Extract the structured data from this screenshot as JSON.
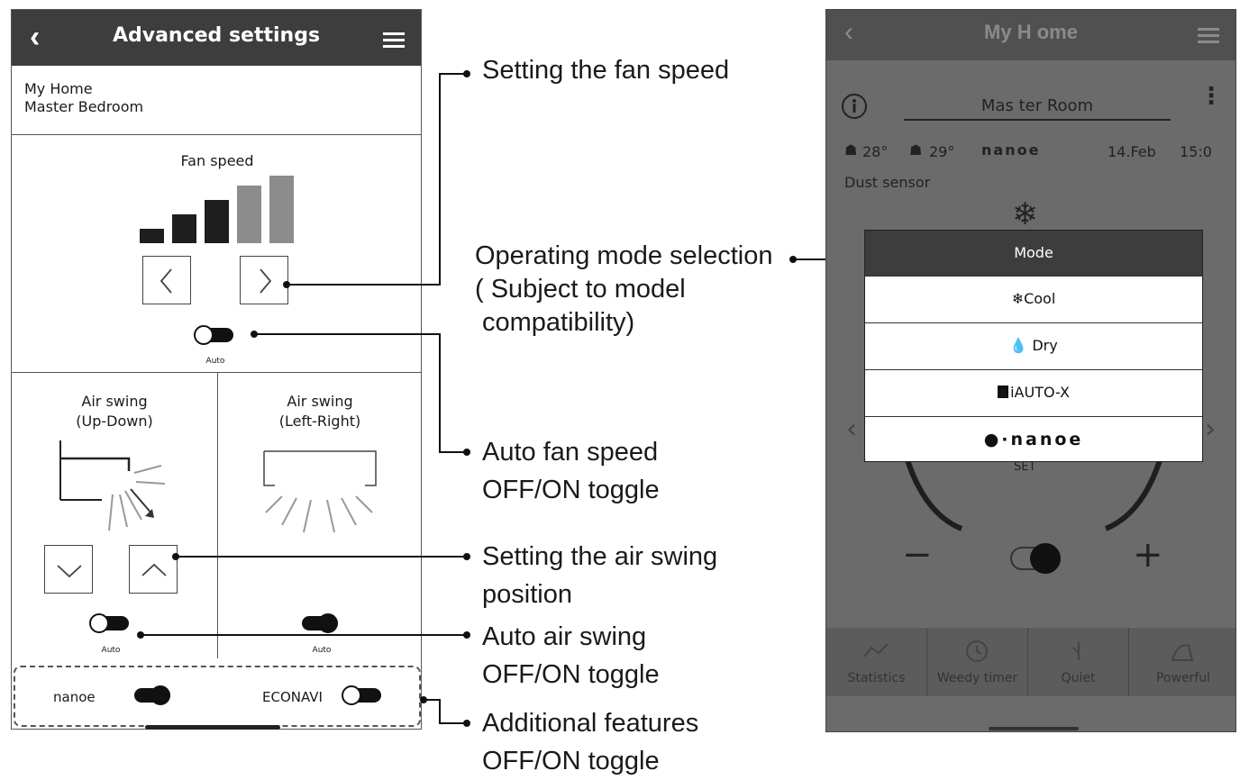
{
  "advanced": {
    "title": "Advanced settings",
    "location_line1": "My Home",
    "location_line2": "Master Bedroom",
    "fan_speed_label": "Fan speed",
    "fan_auto_label": "Auto",
    "swing_ud_label_1": "Air swing",
    "swing_ud_label_2": "(Up-Down)",
    "swing_lr_label_1": "Air swing",
    "swing_lr_label_2": "(Left-Right)",
    "swing_ud_auto_label": "Auto",
    "swing_lr_auto_label": "Auto",
    "feature_nanoe": "nanoe",
    "feature_econavi": "ECONAVI"
  },
  "callouts": {
    "fan_speed": "Setting the fan speed",
    "auto_fan_1": "Auto fan speed",
    "auto_fan_2": "OFF/ON toggle",
    "swing_pos_1": "Setting the air swing",
    "swing_pos_2": "position",
    "auto_swing_1": "Auto air swing",
    "auto_swing_2": "OFF/ON toggle",
    "additional_1": "Additional features",
    "additional_2": "OFF/ON toggle",
    "mode_1": "Operating mode selection",
    "mode_2": "( Subject to model",
    "mode_3": "compatibility)"
  },
  "home": {
    "title": "My H ome",
    "room": "Mas ter Room",
    "temp_in": "28°",
    "temp_out": "29°",
    "brand": "nanoe",
    "date": "14.Feb",
    "time": "15:0",
    "dust": "Dust sensor",
    "set_label": "SET",
    "minus": "−",
    "plus": "+"
  },
  "mode_menu": {
    "header": "Mode",
    "options": [
      "Cool",
      "Dry",
      "iAUTO-X",
      "nanoe"
    ]
  },
  "tabs": [
    "Statistics",
    "Weedy timer",
    "Quiet",
    "Powerful"
  ]
}
